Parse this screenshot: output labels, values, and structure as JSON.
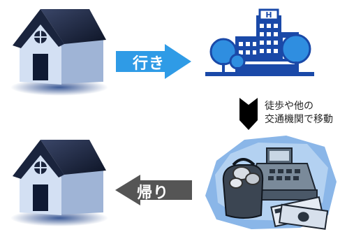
{
  "diagram": {
    "go_label": "行き",
    "return_label": "帰り",
    "note_line1": "徒歩や他の",
    "note_line2": "交通機関で移動",
    "building_sign": "H"
  },
  "colors": {
    "go_arrow": "#2f9be6",
    "return_arrow": "#555555",
    "roof": "#162035",
    "wall": "#c4d5ee",
    "hospital_blue": "#1a49a8",
    "tree_blue": "#2f8ee0"
  },
  "icons": [
    "house-icon",
    "house-icon",
    "hospital-icon",
    "cash-register-icon",
    "chevron-down-icon"
  ]
}
